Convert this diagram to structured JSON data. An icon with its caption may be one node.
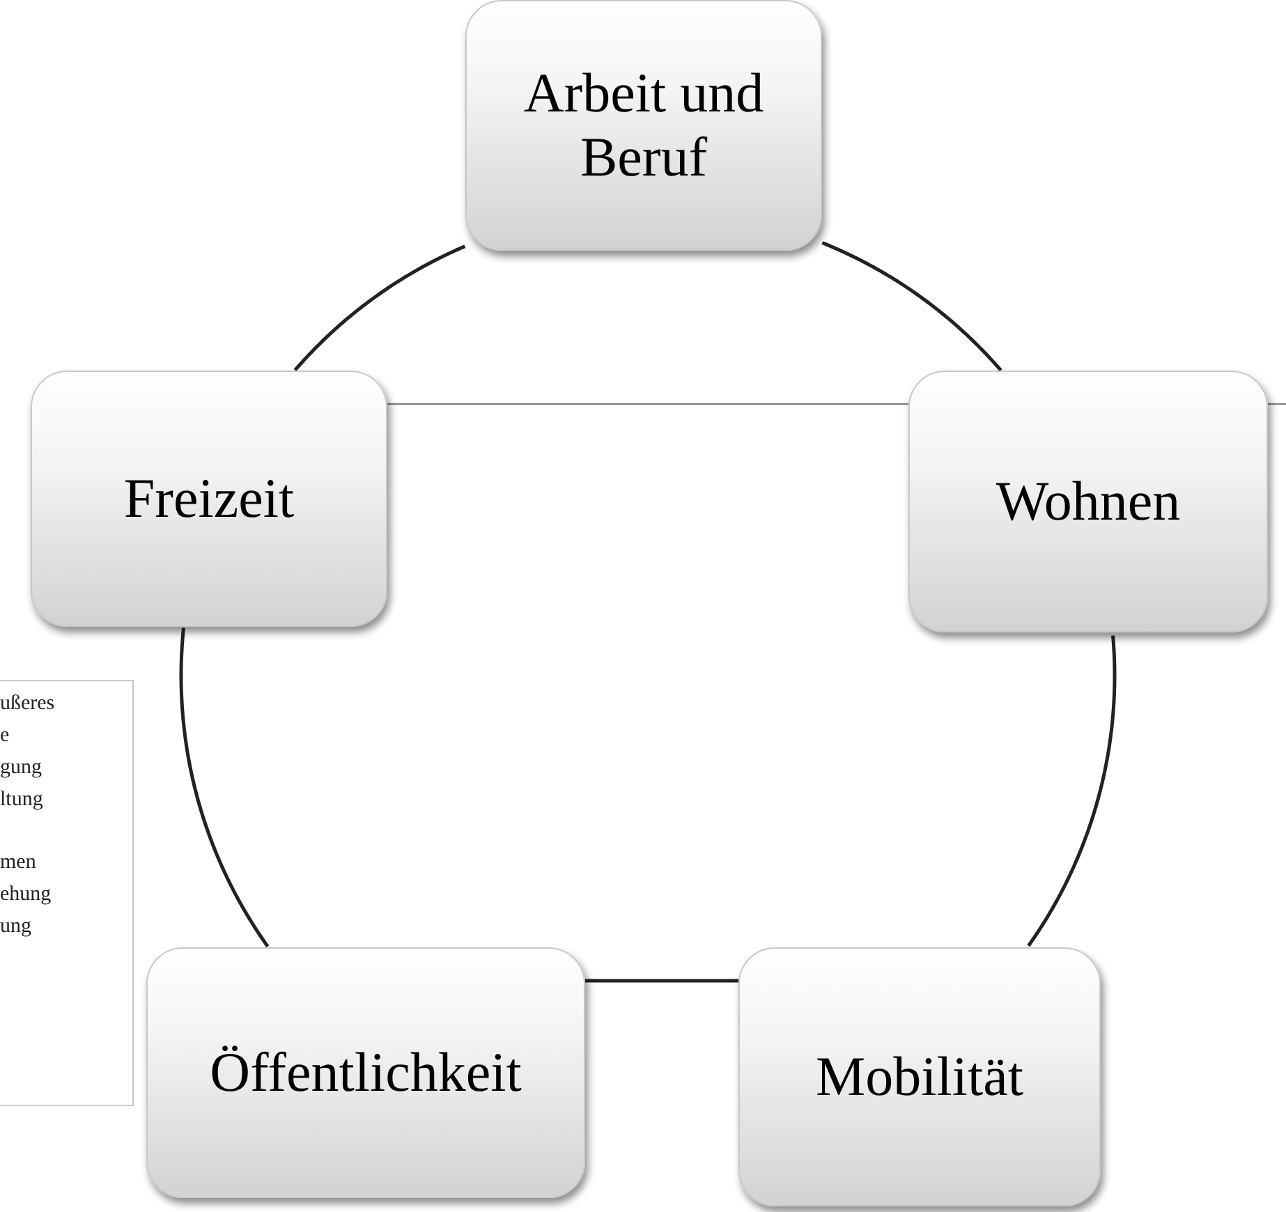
{
  "diagram": {
    "nodes": [
      {
        "text": [
          "Arbeit und Beruf"
        ]
      },
      {
        "text": [
          "Wohnen"
        ]
      },
      {
        "text": [
          "Mobilität"
        ]
      },
      {
        "text": [
          "Öffentlichkeit"
        ]
      },
      {
        "text": [
          "Freizeit"
        ]
      }
    ],
    "edges": [
      {
        "from": 0,
        "to": 1,
        "arrow": "none"
      },
      {
        "from": 1,
        "to": 2,
        "arrow": "none"
      },
      {
        "from": 2,
        "to": 3,
        "arrow": "none"
      },
      {
        "from": 3,
        "to": 4,
        "arrow": "none"
      },
      {
        "from": 4,
        "to": 0,
        "arrow": "none"
      },
      {
        "from": 4,
        "to": 1,
        "arrow": "none",
        "color": "#808080"
      },
      {
        "from": 1,
        "to": null,
        "arrow": "none",
        "color": "#808080"
      }
    ],
    "labels": [
      "ußeres",
      "e",
      "gung",
      "ltung",
      "men",
      "ehung",
      "ung"
    ]
  }
}
